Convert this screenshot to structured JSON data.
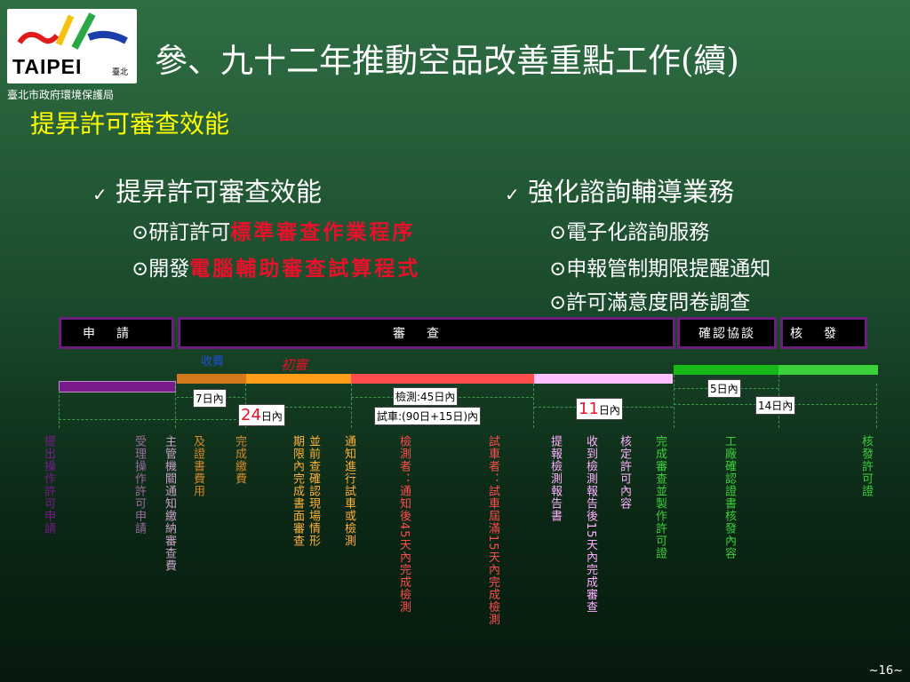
{
  "header": {
    "logo_text": "TAIPEI",
    "logo_sub": "臺北",
    "agency": "臺北市政府環境保護局",
    "title": "參、九十二年推動空品改善重點工作(續)",
    "subtitle": "提昇許可審查效能"
  },
  "left_column": {
    "heading": "提昇許可審查效能",
    "items": [
      {
        "prefix": "研訂許可",
        "emph": "標準審查作業程序"
      },
      {
        "prefix": "開發",
        "emph": "電腦輔助審查試算程式"
      }
    ]
  },
  "right_column": {
    "heading": "強化諮詢輔導業務",
    "items": [
      "電子化諮詢服務",
      "申報管制期限提醒通知",
      "許可滿意度問卷調查"
    ]
  },
  "bullet_glyphs": {
    "check": "✓",
    "circle": "⊙"
  },
  "flow": {
    "phases": [
      "申請",
      "審查",
      "確認協談",
      "核發"
    ],
    "labels": {
      "fee": "收費",
      "review": "初審"
    },
    "durations": {
      "d7": "7日內",
      "d24_num": "24",
      "d24_unit": "日內",
      "d_detect": "檢測:45日內",
      "d_trial": "試車:(90日+15日)內",
      "d11_num": "11",
      "d11_unit": "日內",
      "d5": "5日內",
      "d14": "14日內"
    },
    "steps": [
      {
        "text": "提出操作許可申請",
        "color": "#7a1b8c"
      },
      {
        "text": "受理操作許可申請",
        "color": "#9a6b9e"
      },
      {
        "text": "主管機關通知繳納審查費",
        "color": "#c8a0c8"
      },
      {
        "text": "及證書費用",
        "color": "#d4882a"
      },
      {
        "text": "完成繳費",
        "color": "#d4882a"
      },
      {
        "text": "期限內完成書面審查",
        "color": "#ffb13a"
      },
      {
        "text": "並前查確認現場情形",
        "color": "#ffb13a"
      },
      {
        "text": "通知進行試車或檢測",
        "color": "#ffb13a"
      },
      {
        "text": "檢測者：通知後45天內完成檢測",
        "color": "#ff4d4d"
      },
      {
        "text": "試車者：試車屆滿15天內完成檢測",
        "color": "#ff4d4d"
      },
      {
        "text": "提報檢測報告書",
        "color": "#ffb0ff"
      },
      {
        "text": "收到檢測報告後15天內完成審查",
        "color": "#ffb0ff"
      },
      {
        "text": "核定許可內容",
        "color": "#ffb0ff"
      },
      {
        "text": "完成審查並製作許可證",
        "color": "#3ccf3c"
      },
      {
        "text": "工廠確認證書核發內容",
        "color": "#3ccf3c"
      },
      {
        "text": "核發許可證",
        "color": "#3ccf3c"
      }
    ]
  },
  "footer": {
    "page": "~16~"
  },
  "colors": {
    "title_accent": "#ffff00",
    "emphasis": "#e8102a",
    "phase_border": "#6b1f7a"
  }
}
